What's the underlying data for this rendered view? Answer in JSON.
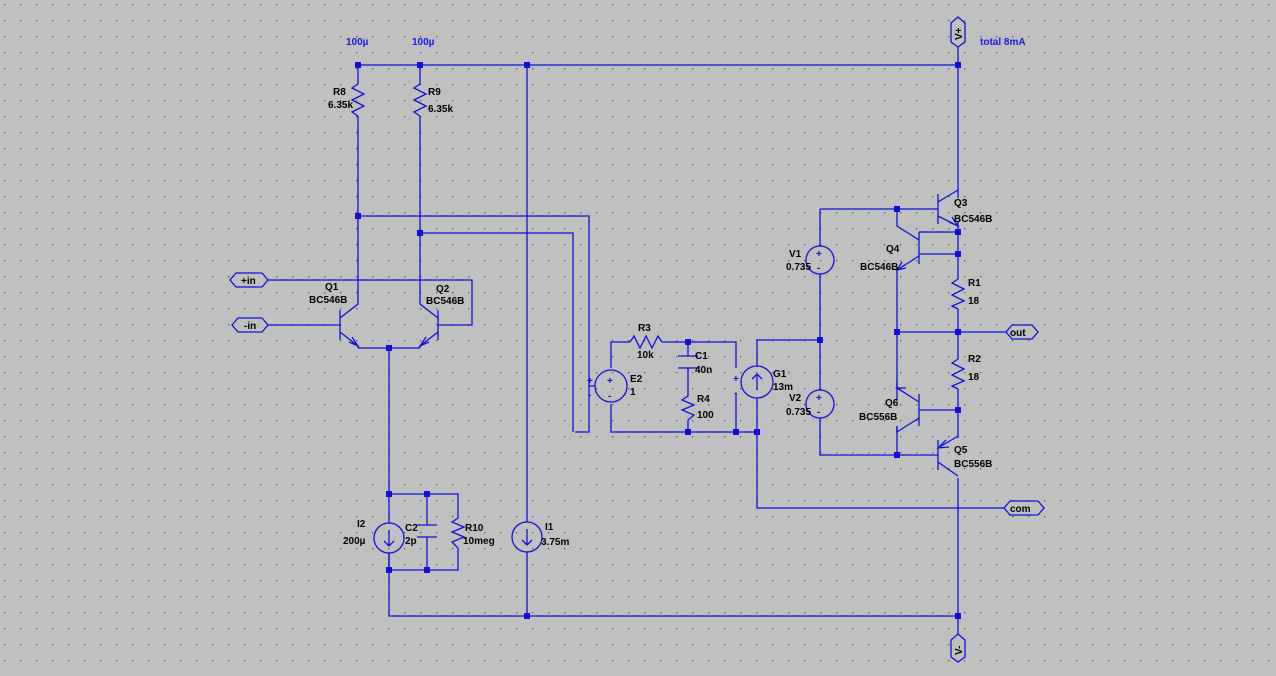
{
  "window": {
    "background": "#c0c0c0",
    "wire_color": "#1010d8",
    "grid_color": "#606060"
  },
  "annotations": {
    "r8_current": "100µ",
    "r9_current": "100µ",
    "total_current": "total 8mA"
  },
  "ports": {
    "vplus_top": "V+",
    "vplus_bottom": "V-",
    "plus_in": "+in",
    "minus_in": "-in",
    "out": "out",
    "com": "com"
  },
  "components": {
    "R8": {
      "name": "R8",
      "value": "6.35k"
    },
    "R9": {
      "name": "R9",
      "value": "6.35k"
    },
    "Q1": {
      "name": "Q1",
      "model": "BC546B"
    },
    "Q2": {
      "name": "Q2",
      "model": "BC546B"
    },
    "R3": {
      "name": "R3",
      "value": "10k"
    },
    "C1": {
      "name": "C1",
      "value": "40n"
    },
    "R4": {
      "name": "R4",
      "value": "100"
    },
    "E2": {
      "name": "E2",
      "value": "1"
    },
    "G1": {
      "name": "G1",
      "value": "13m"
    },
    "V1": {
      "name": "V1",
      "value": "0.735"
    },
    "V2": {
      "name": "V2",
      "value": "0.735"
    },
    "Q3": {
      "name": "Q3",
      "model": "BC546B"
    },
    "Q4": {
      "name": "Q4",
      "model": "BC546B"
    },
    "Q5": {
      "name": "Q5",
      "model": "BC556B"
    },
    "Q6": {
      "name": "Q6",
      "model": "BC556B"
    },
    "R1": {
      "name": "R1",
      "value": "18"
    },
    "R2": {
      "name": "R2",
      "value": "18"
    },
    "I2": {
      "name": "I2",
      "value": "200µ"
    },
    "C2": {
      "name": "C2",
      "value": "2p"
    },
    "R10": {
      "name": "R10",
      "value": "10meg"
    },
    "I1": {
      "name": "I1",
      "value": "3.75m"
    }
  },
  "symbols": {
    "plus": "+",
    "minus": "-"
  }
}
